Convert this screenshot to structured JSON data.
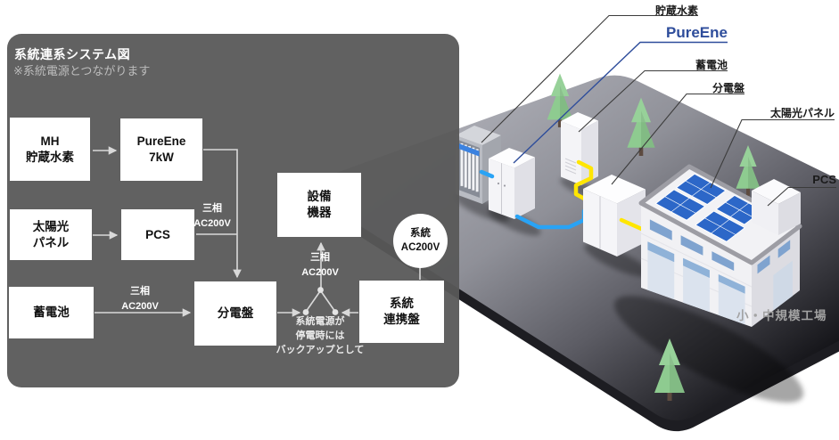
{
  "panel": {
    "title": "系統連系システム図",
    "subtitle": "※系統電源とつながります",
    "boxes": {
      "mh": "MH\n貯蔵水素",
      "pureene": "PureEne\n7kW",
      "solar": "太陽光\nパネル",
      "pcs": "PCS",
      "battery": "蓄電池",
      "distribution": "分電盤",
      "equipment": "設備\n機器",
      "grid_link": "系統\n連携盤"
    },
    "grid_circle": "系統\nAC200V",
    "phase_label": "三相\nAC200V",
    "backup_note": "系統電源が\n停電時には\nバックアップとして"
  },
  "scene": {
    "labels": {
      "hydrogen": "貯蔵水素",
      "pureene": "PureEne",
      "battery": "蓄電池",
      "distribution": "分電盤",
      "solar_panel": "太陽光パネル",
      "pcs": "PCS"
    },
    "caption": "小・中規模工場"
  },
  "colors": {
    "panel_bg": "#595959",
    "pureene_blue": "#2e4d9b",
    "wire_blue": "#29a3f5",
    "wire_yellow": "#ffe600",
    "solar_blue": "#2c67c8",
    "arrow_gray": "#d9d9d9"
  }
}
